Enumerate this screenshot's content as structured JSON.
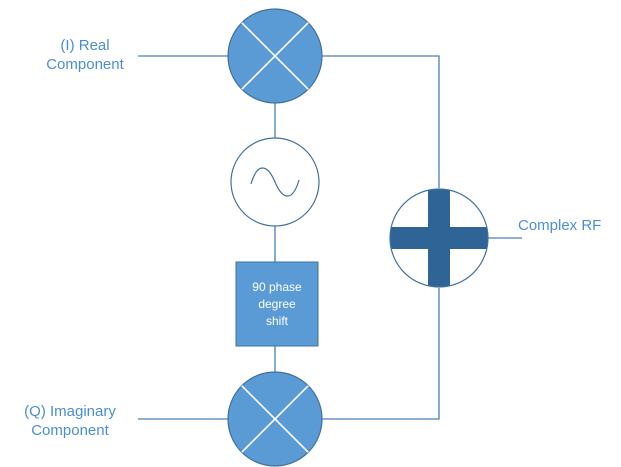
{
  "inputs": {
    "real": {
      "line1": "(I) Real",
      "line2": "Component"
    },
    "imaginary": {
      "line1": "(Q) Imaginary",
      "line2": "Component"
    }
  },
  "output": {
    "label": "Complex RF"
  },
  "phase_shift": {
    "line1": "90 phase",
    "line2": "degree",
    "line3": "shift"
  },
  "colors": {
    "fill": "#5b9bd5",
    "stroke": "#41719c",
    "line": "#4a7fb8",
    "dark_bar": "#2e6496",
    "text": "#4a8fd6"
  },
  "icons": {
    "mixer": "multiplier-circle",
    "oscillator": "sine-wave-oscillator",
    "adder": "summing-junction-plus"
  }
}
